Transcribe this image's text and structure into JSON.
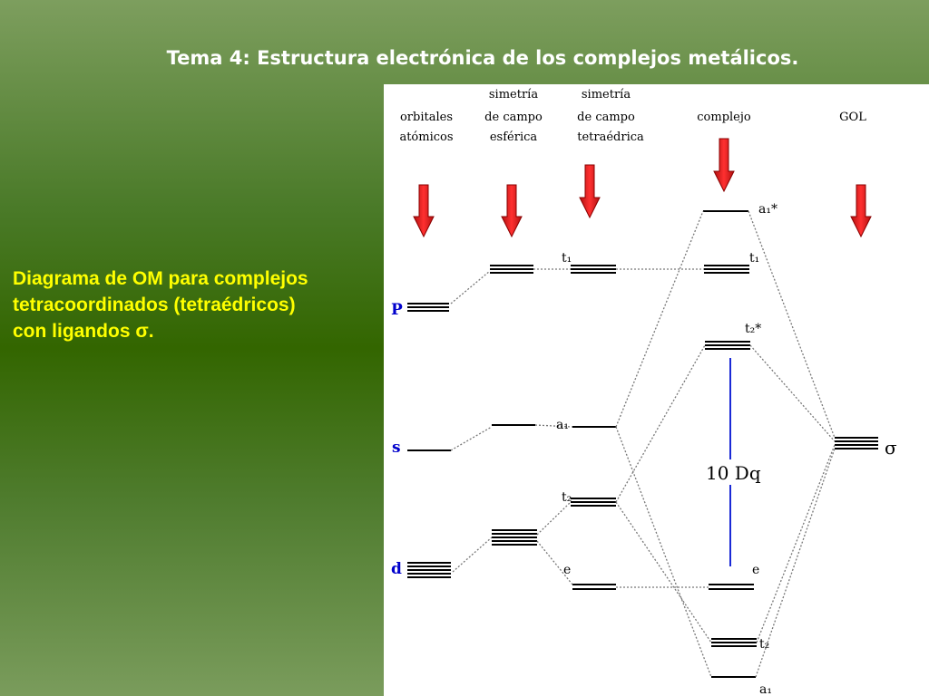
{
  "slide": {
    "title": "Tema 4:  Estructura electrónica de los complejos metálicos.",
    "caption_lines": [
      "Diagrama de OM para complejos",
      "tetracoordinados (tetraédricos)",
      "con ligandos σ."
    ]
  },
  "diagram": {
    "columns": [
      [
        "orbitales",
        "atómicos"
      ],
      [
        "simetría",
        "de campo",
        "esférica"
      ],
      [
        "simetría",
        "de campo",
        "tetraédrica"
      ],
      [
        "complejo"
      ],
      [
        "GOL"
      ]
    ],
    "atomic_labels": {
      "p": "P",
      "s": "s",
      "d": "d"
    },
    "level_labels": {
      "a1_star": "a₁*",
      "t1_tetra": "t₁",
      "t1_complex": "t₁",
      "t2_star": "t₂*",
      "a1_tetra": "a₁",
      "t2_tetra": "t₂",
      "e_tetra": "e",
      "e_complex": "e",
      "t2_bond": "t₂",
      "a1_bond": "a₁",
      "sigma": "σ"
    },
    "gap_label": "10 Dq",
    "colors": {
      "arrow": "#e62020",
      "gap_line": "#1a2ad6",
      "atomic_label": "#0000cc"
    }
  }
}
